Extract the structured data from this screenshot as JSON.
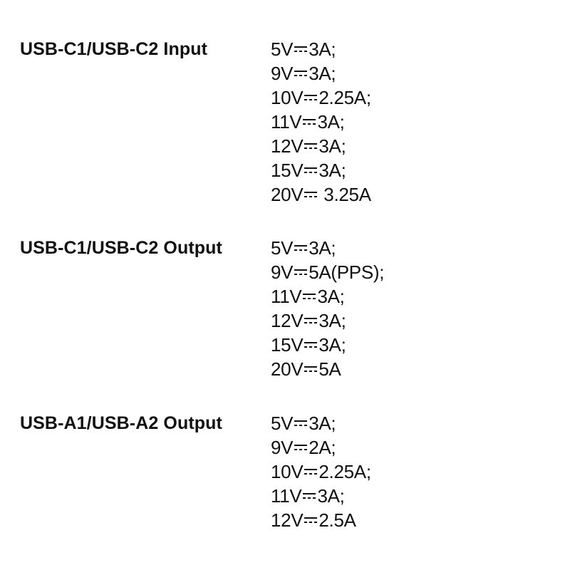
{
  "groups": [
    {
      "label": "USB-C1/USB-C2 Input",
      "lines": [
        {
          "voltage": "5V",
          "rest": "3A;"
        },
        {
          "voltage": "9V",
          "rest": "3A;"
        },
        {
          "voltage": "10V",
          "rest": "2.25A;"
        },
        {
          "voltage": "11V",
          "rest": "3A;"
        },
        {
          "voltage": "12V",
          "rest": "3A;"
        },
        {
          "voltage": "15V",
          "rest": "3A;"
        },
        {
          "voltage": "20V",
          "rest": " 3.25A"
        }
      ]
    },
    {
      "label": "USB-C1/USB-C2 Output",
      "lines": [
        {
          "voltage": "5V",
          "rest": "3A;"
        },
        {
          "voltage": "9V",
          "rest": "5A(PPS);"
        },
        {
          "voltage": "11V",
          "rest": "3A;"
        },
        {
          "voltage": "12V",
          "rest": "3A;"
        },
        {
          "voltage": "15V",
          "rest": "3A;"
        },
        {
          "voltage": "20V",
          "rest": "5A"
        }
      ]
    },
    {
      "label": "USB-A1/USB-A2 Output",
      "lines": [
        {
          "voltage": "5V",
          "rest": "3A;"
        },
        {
          "voltage": "9V",
          "rest": "2A;"
        },
        {
          "voltage": "10V",
          "rest": "2.25A;"
        },
        {
          "voltage": "11V",
          "rest": "3A;"
        },
        {
          "voltage": "12V",
          "rest": "2.5A"
        }
      ]
    }
  ],
  "dc_symbol_icon": "direct-current-icon",
  "colors": {
    "text": "#111111",
    "background": "#ffffff"
  }
}
